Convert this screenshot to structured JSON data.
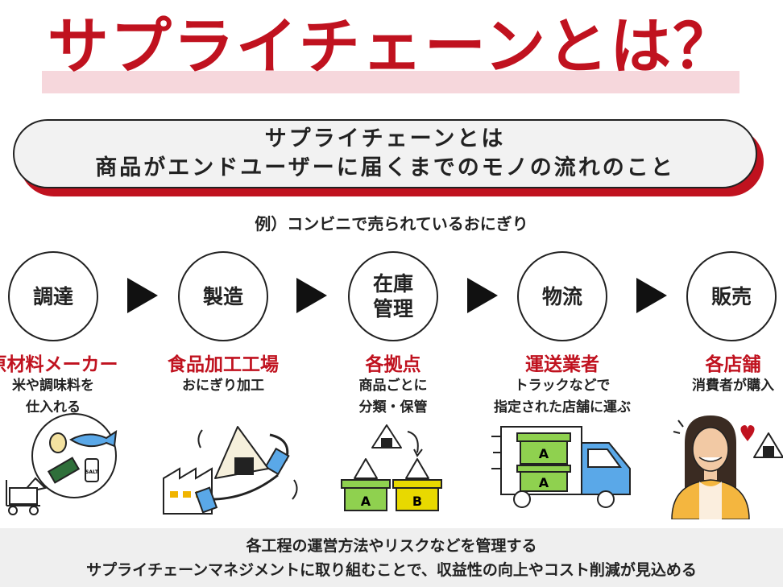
{
  "title": "サプライチェーンとは？",
  "definition": {
    "line1": "サプライチェーンとは",
    "line2": "商品がエンドユーザーに届くまでのモノの流れのこと"
  },
  "example": "例）コンビニで売られているおにぎり",
  "stages": [
    {
      "circle": [
        "調達"
      ],
      "title": "原材料メーカー",
      "desc": [
        "米や調味料を",
        "仕入れる"
      ]
    },
    {
      "circle": [
        "製造"
      ],
      "title": "食品加工工場",
      "desc": [
        "おにぎり加工"
      ]
    },
    {
      "circle": [
        "在庫",
        "管理"
      ],
      "title": "各拠点",
      "desc": [
        "商品ごとに",
        "分類・保管"
      ]
    },
    {
      "circle": [
        "物流"
      ],
      "title": "運送業者",
      "desc": [
        "トラックなどで",
        "指定された店舗に運ぶ"
      ]
    },
    {
      "circle": [
        "販売"
      ],
      "title": "各店舗",
      "desc": [
        "消費者が購入"
      ]
    }
  ],
  "labels": {
    "box_a": "A",
    "box_b": "B",
    "salt": "SALT"
  },
  "footer": {
    "line1": "各工程の運営方法やリスクなどを管理する",
    "line2": "サプライチェーンマネジメントに取り組むことで、収益性の向上やコスト削減が見込める"
  },
  "colors": {
    "accent": "#c0121f",
    "highlight": "#f6d7dc",
    "box_green": "#8fd14f",
    "box_yellow": "#e8d900",
    "truck_blue": "#5aa8e8"
  }
}
